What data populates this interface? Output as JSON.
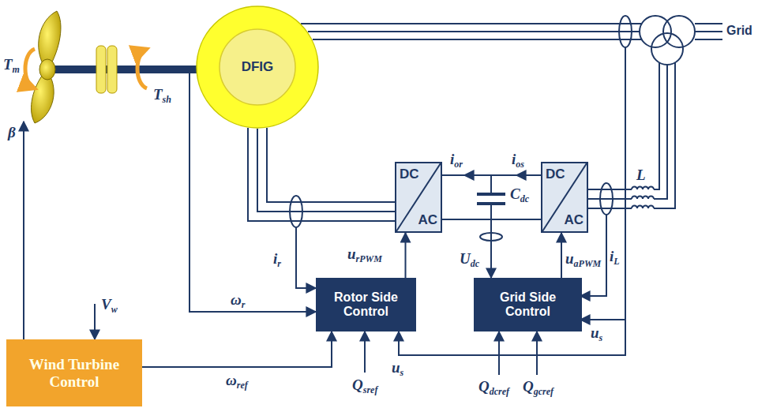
{
  "diagram": {
    "nodes": [
      {
        "text": [
          "DFIG"
        ]
      },
      {
        "text": [
          "DC",
          "AC"
        ]
      },
      {
        "text": [
          "DC",
          "AC"
        ]
      },
      {
        "text": [
          "Rotor Side Control"
        ]
      },
      {
        "text": [
          "Grid Side Control"
        ]
      },
      {
        "text": [
          "Wind Turbine Control"
        ]
      }
    ],
    "edges": [
      {
        "from": 0,
        "to": 1,
        "arrow": "none"
      },
      {
        "from": 1,
        "to": 2,
        "arrow": "none"
      },
      {
        "from": 3,
        "to": 1,
        "arrow": "to"
      },
      {
        "from": 4,
        "to": 2,
        "arrow": "to"
      },
      {
        "from": 5,
        "to": 3,
        "arrow": "to"
      }
    ],
    "labels": [
      "Tm",
      "Tsh",
      "β",
      "Grid",
      "ior",
      "ios",
      "Cdc",
      "L",
      "ir",
      "urPWM",
      "Udc",
      "uaPWM",
      "iL",
      "us",
      "Vw",
      "ωr",
      "ωref",
      "Qsref",
      "us",
      "Qdcref",
      "Qgcref"
    ]
  }
}
